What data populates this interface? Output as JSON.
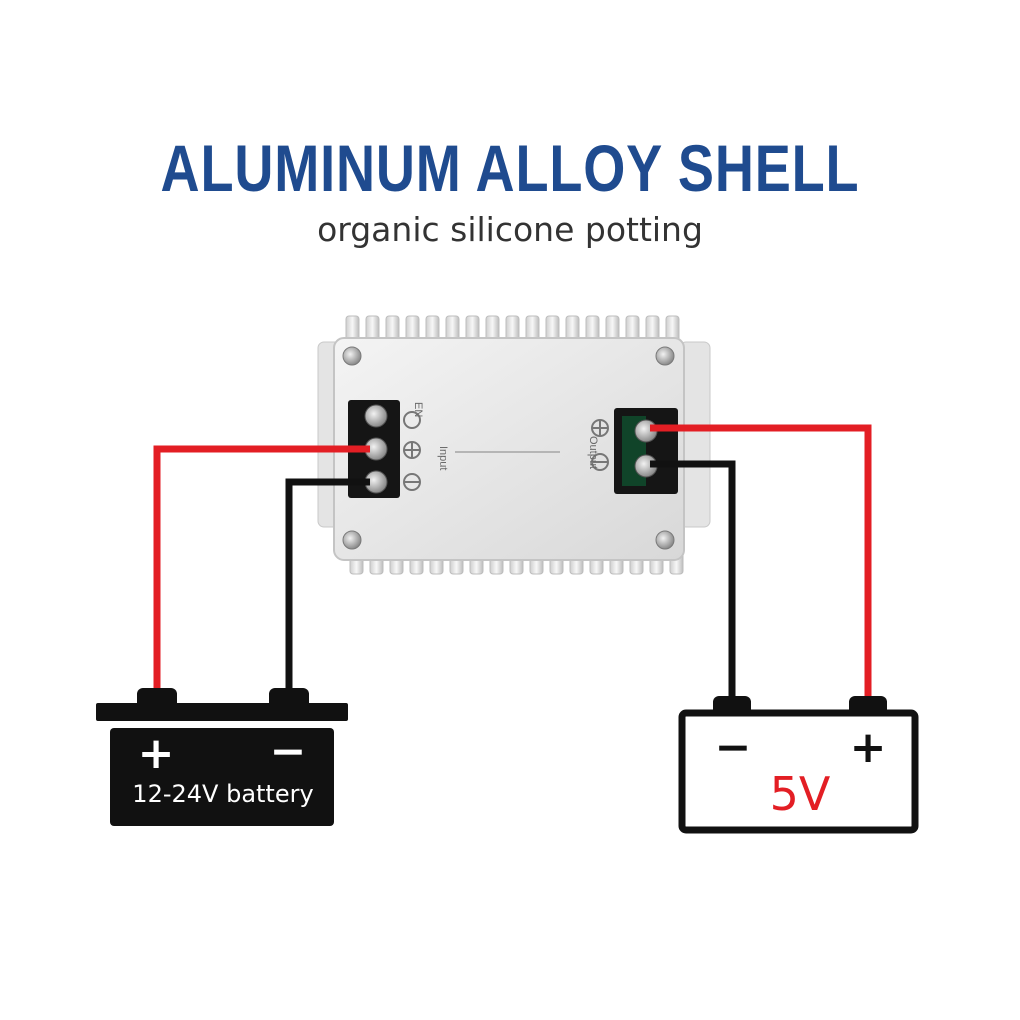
{
  "header": {
    "title": "ALUMINUM ALLOY SHELL",
    "subtitle": "organic silicone potting"
  },
  "module": {
    "input_label": "Input",
    "en_label": "EN",
    "output_label": "Output"
  },
  "left_battery": {
    "label": "12-24V battery",
    "plus": "+",
    "minus": "−"
  },
  "right_battery": {
    "label": "5V",
    "plus": "+",
    "minus": "−"
  },
  "colors": {
    "title": "#1f4b8f",
    "positive_wire": "#e31e24",
    "negative_wire": "#111111"
  }
}
